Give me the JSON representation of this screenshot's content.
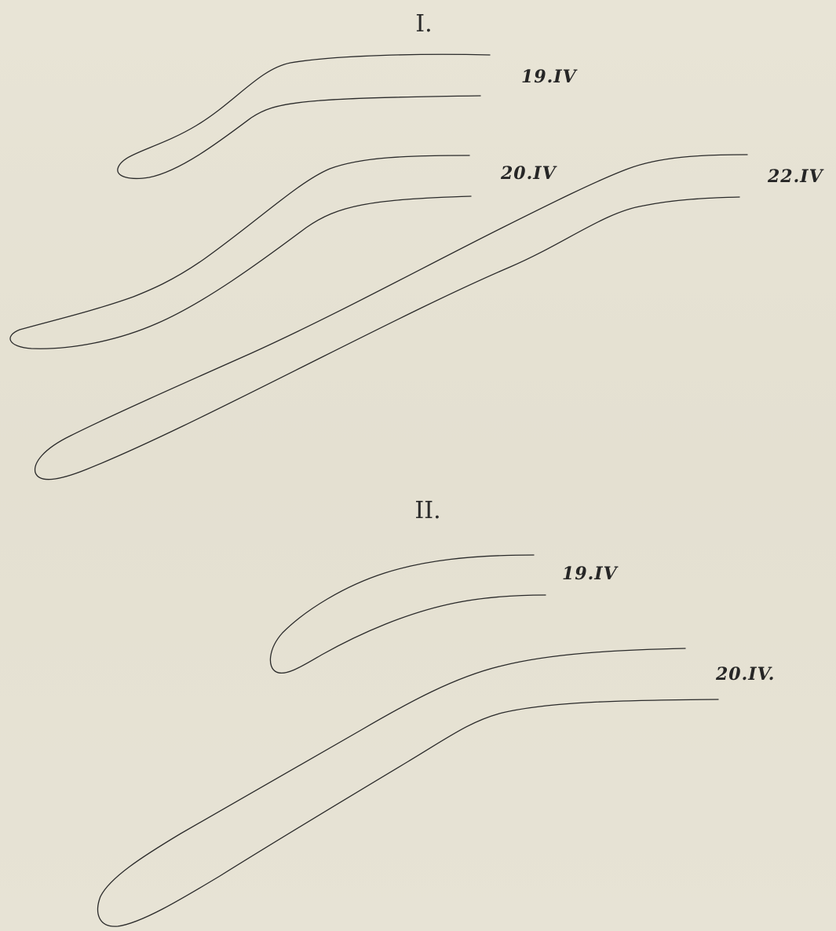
{
  "figures": [
    {
      "numeral": "I.",
      "outlines": [
        {
          "label": "19.IV"
        },
        {
          "label": "20.IV"
        },
        {
          "label": "22.IV"
        }
      ]
    },
    {
      "numeral": "II.",
      "outlines": [
        {
          "label": "19.IV"
        },
        {
          "label": "20.IV."
        }
      ]
    }
  ],
  "colors": {
    "paper": "#e6e2d3",
    "ink": "#2a2a2a"
  }
}
